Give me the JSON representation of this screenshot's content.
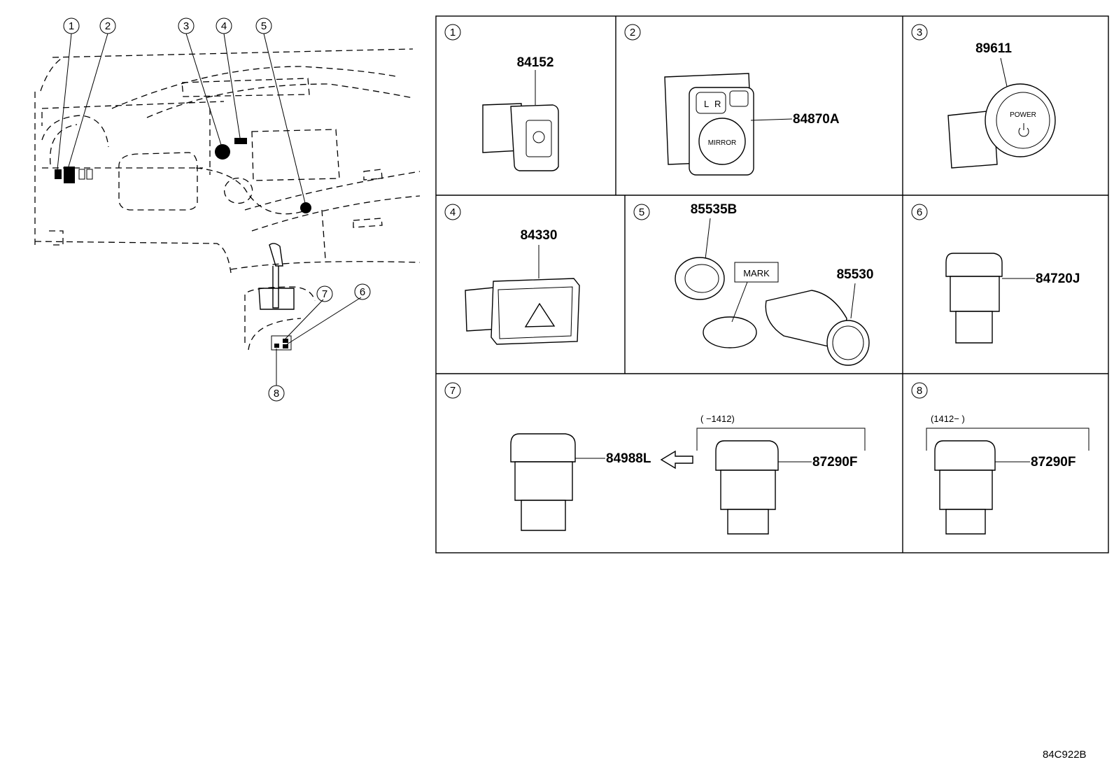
{
  "overview": {
    "callouts": [
      {
        "n": "1",
        "target": "switch-1"
      },
      {
        "n": "2",
        "target": "switch-2"
      },
      {
        "n": "3",
        "target": "start-button"
      },
      {
        "n": "4",
        "target": "hazard-switch"
      },
      {
        "n": "5",
        "target": "power-outlet"
      },
      {
        "n": "6",
        "target": "console-switch-6"
      },
      {
        "n": "7",
        "target": "console-switch-7"
      },
      {
        "n": "8",
        "target": "console-switch-8"
      }
    ]
  },
  "cells": [
    {
      "n": "1",
      "parts": [
        {
          "pn": "84152"
        }
      ]
    },
    {
      "n": "2",
      "parts": [
        {
          "pn": "84870A"
        }
      ],
      "labels": {
        "l": "L",
        "r": "R",
        "mirror": "MIRROR"
      }
    },
    {
      "n": "3",
      "parts": [
        {
          "pn": "89611"
        }
      ],
      "labels": {
        "power": "POWER"
      }
    },
    {
      "n": "4",
      "parts": [
        {
          "pn": "84330"
        }
      ]
    },
    {
      "n": "5",
      "parts": [
        {
          "pn": "85535B"
        },
        {
          "pn": "85530"
        }
      ],
      "labels": {
        "mark": "MARK"
      }
    },
    {
      "n": "6",
      "parts": [
        {
          "pn": "84720J"
        }
      ]
    },
    {
      "n": "7",
      "parts": [
        {
          "pn": "84988L"
        },
        {
          "pn": "87290F"
        }
      ],
      "range": "(     −1412)"
    },
    {
      "n": "8",
      "parts": [
        {
          "pn": "87290F"
        }
      ],
      "range": "(1412−       )"
    }
  ],
  "doc_code": "84C922B",
  "icons": [
    "hazard-triangle-icon",
    "power-symbol-icon",
    "replaced-by-arrow-icon"
  ]
}
